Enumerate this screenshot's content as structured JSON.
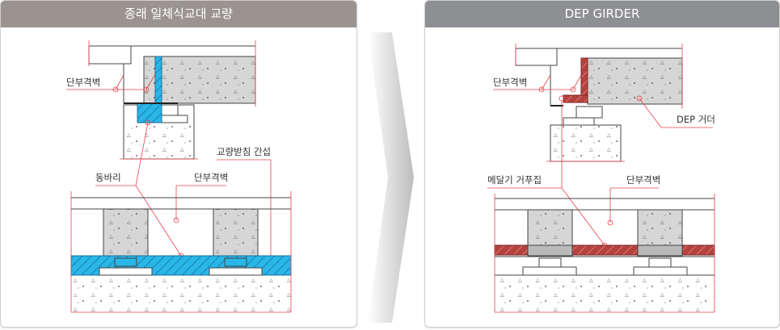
{
  "left_panel": {
    "title": "종래 일체식교대 교량",
    "labels": {
      "end_diaphragm_top": "단부격벽",
      "bearing_interference": "교량받침 간섭",
      "shoring": "동바리",
      "end_diaphragm_bottom": "단부격벽"
    },
    "accent_color": "#29b6e8"
  },
  "right_panel": {
    "title": "DEP GIRDER",
    "labels": {
      "end_diaphragm_top": "단부격벽",
      "dep_girder": "DEP 거더",
      "hanging_formwork": "메달기 거푸집",
      "end_diaphragm_bottom": "단부격벽"
    },
    "accent_color": "#b5423f"
  },
  "arrow_icon": "chevron-right-icon"
}
